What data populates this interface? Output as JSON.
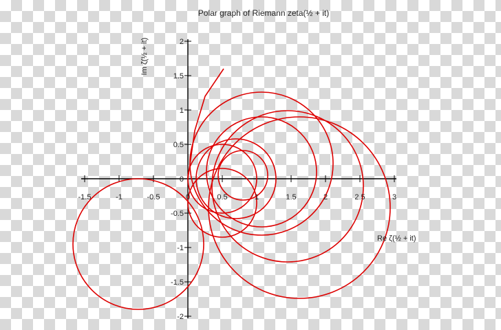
{
  "chart_data": {
    "type": "line",
    "title": "Polar graph of Riemann zeta(½ + it)",
    "xlabel": "Re ζ(½ + it)",
    "ylabel": "Im ζ(½ + it)",
    "xlim": [
      -1.5,
      3
    ],
    "ylim": [
      -2,
      2
    ],
    "xticks": [
      -1.5,
      -1,
      -0.5,
      0,
      0.5,
      1,
      1.5,
      2,
      2.5,
      3
    ],
    "xtick_labels": [
      "-1.5",
      "-1",
      "-0.5",
      "0",
      "0.5",
      "1",
      "1.5",
      "2",
      "2.5",
      "3"
    ],
    "yticks": [
      2,
      1.5,
      1,
      0.5,
      0,
      -0.5,
      -1,
      -1.5,
      -2
    ],
    "ytick_labels": [
      "2",
      "1.5",
      "1",
      "0.5",
      "0",
      "-0.5",
      "-1",
      "-1.5",
      "-2"
    ],
    "grid": false,
    "line_color": "#dd0000",
    "series": [
      {
        "loops": [
          {
            "cx": -0.72,
            "cy": -0.95,
            "r": 0.95
          },
          {
            "cx": 1.62,
            "cy": -0.42,
            "r": 1.32
          },
          {
            "cx": 1.45,
            "cy": -0.11,
            "r": 1.1
          },
          {
            "cx": 1.07,
            "cy": 0.22,
            "r": 1.04
          },
          {
            "cx": 1.07,
            "cy": 0.1,
            "r": 0.8
          },
          {
            "cx": 0.7,
            "cy": 0.0,
            "r": 0.58
          },
          {
            "cx": 0.5,
            "cy": -0.35,
            "r": 0.5
          },
          {
            "cx": 0.8,
            "cy": 0.05,
            "r": 0.36
          },
          {
            "cx": 0.5,
            "cy": 0.0,
            "r": 0.5
          }
        ],
        "tail": [
          [
            0.0,
            0.0
          ],
          [
            0.1,
            0.7
          ],
          [
            0.25,
            1.2
          ],
          [
            0.52,
            1.6
          ]
        ]
      }
    ]
  }
}
